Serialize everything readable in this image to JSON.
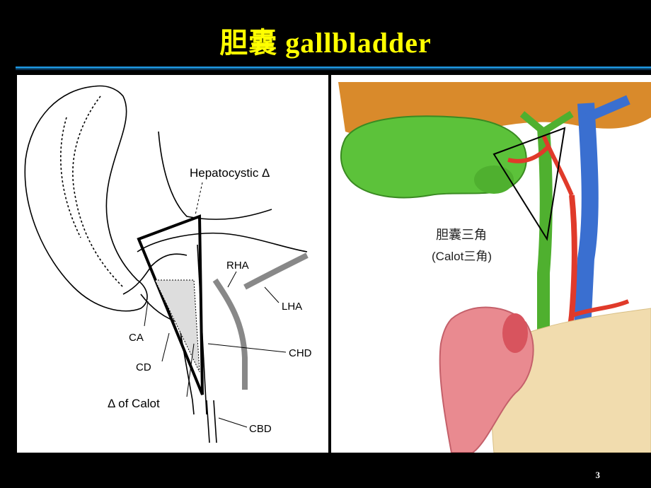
{
  "slide": {
    "title": "胆囊 gallbladder",
    "page_number": "3"
  },
  "left_diagram": {
    "labels": {
      "hepatocystic": "Hepatocystic Δ",
      "rha": "RHA",
      "lha": "LHA",
      "ca": "CA",
      "cd": "CD",
      "chd": "CHD",
      "calot": "Δ of Calot",
      "cbd": "CBD"
    }
  },
  "right_illustration": {
    "label_line1": "胆囊三角",
    "label_line2": "(Calot三角)"
  },
  "colors": {
    "title": "#ffff00",
    "rule": "#1c8fd6",
    "liver": "#d98a2b",
    "gallbladder": "#5cc23a",
    "artery": "#e03a2a",
    "vein": "#3a6fd0",
    "duodenum": "#e98a90",
    "pancreas": "#f1dcae"
  }
}
